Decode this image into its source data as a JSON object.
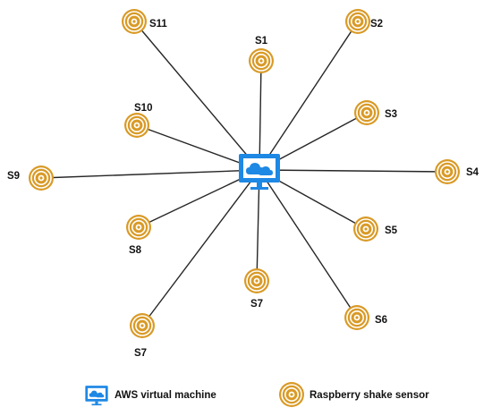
{
  "hub": {
    "icon": "aws-virtual-machine-icon",
    "color": "#1e88e5"
  },
  "sensor_style": {
    "icon": "raspberry-shake-sensor-icon",
    "color": "#d99a26"
  },
  "sensors": [
    {
      "id": "s1",
      "label": "S1"
    },
    {
      "id": "s2",
      "label": "S2"
    },
    {
      "id": "s3",
      "label": "S3"
    },
    {
      "id": "s4",
      "label": "S4"
    },
    {
      "id": "s5",
      "label": "S5"
    },
    {
      "id": "s6",
      "label": "S6"
    },
    {
      "id": "s7a",
      "label": "S7"
    },
    {
      "id": "s7b",
      "label": "S7"
    },
    {
      "id": "s8",
      "label": "S8"
    },
    {
      "id": "s9",
      "label": "S9"
    },
    {
      "id": "s10",
      "label": "S10"
    },
    {
      "id": "s11",
      "label": "S11"
    }
  ],
  "legend": {
    "vm_label": "AWS virtual machine",
    "sensor_label": "Raspberry shake sensor"
  }
}
